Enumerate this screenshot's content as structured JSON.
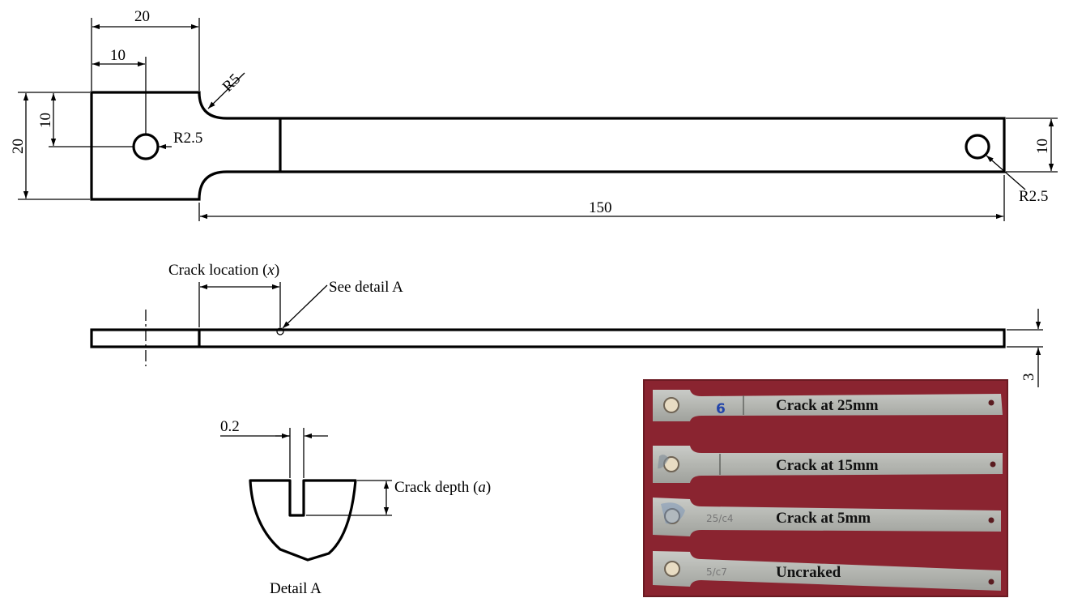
{
  "top_view": {
    "dim_head_width": "20",
    "dim_hole_offset_x": "10",
    "dim_fillet_radius": "R5",
    "dim_head_height": "20",
    "dim_hole_offset_y": "10",
    "dim_hole_left": "R2.5",
    "dim_bar_height": "10",
    "dim_hole_right": "R2.5",
    "dim_bar_length": "150"
  },
  "side_view": {
    "crack_location_prefix": "Crack location (",
    "crack_location_var": "x",
    "crack_location_suffix": ")",
    "see_detail": "See detail  A",
    "dim_thickness": "3"
  },
  "detail": {
    "dim_notch_width": "0.2",
    "crack_depth_prefix": "Crack depth (",
    "crack_depth_var": "a",
    "crack_depth_suffix": ")",
    "caption": "Detail A"
  },
  "photo": {
    "background_color": "#8a2430",
    "specimens": [
      {
        "label": "Crack at 25mm",
        "marking": "6"
      },
      {
        "label": "Crack at 15mm",
        "marking": ""
      },
      {
        "label": "Crack at 5mm",
        "marking": "25/c4"
      },
      {
        "label": "Uncraked",
        "marking": "5/c7"
      }
    ]
  }
}
